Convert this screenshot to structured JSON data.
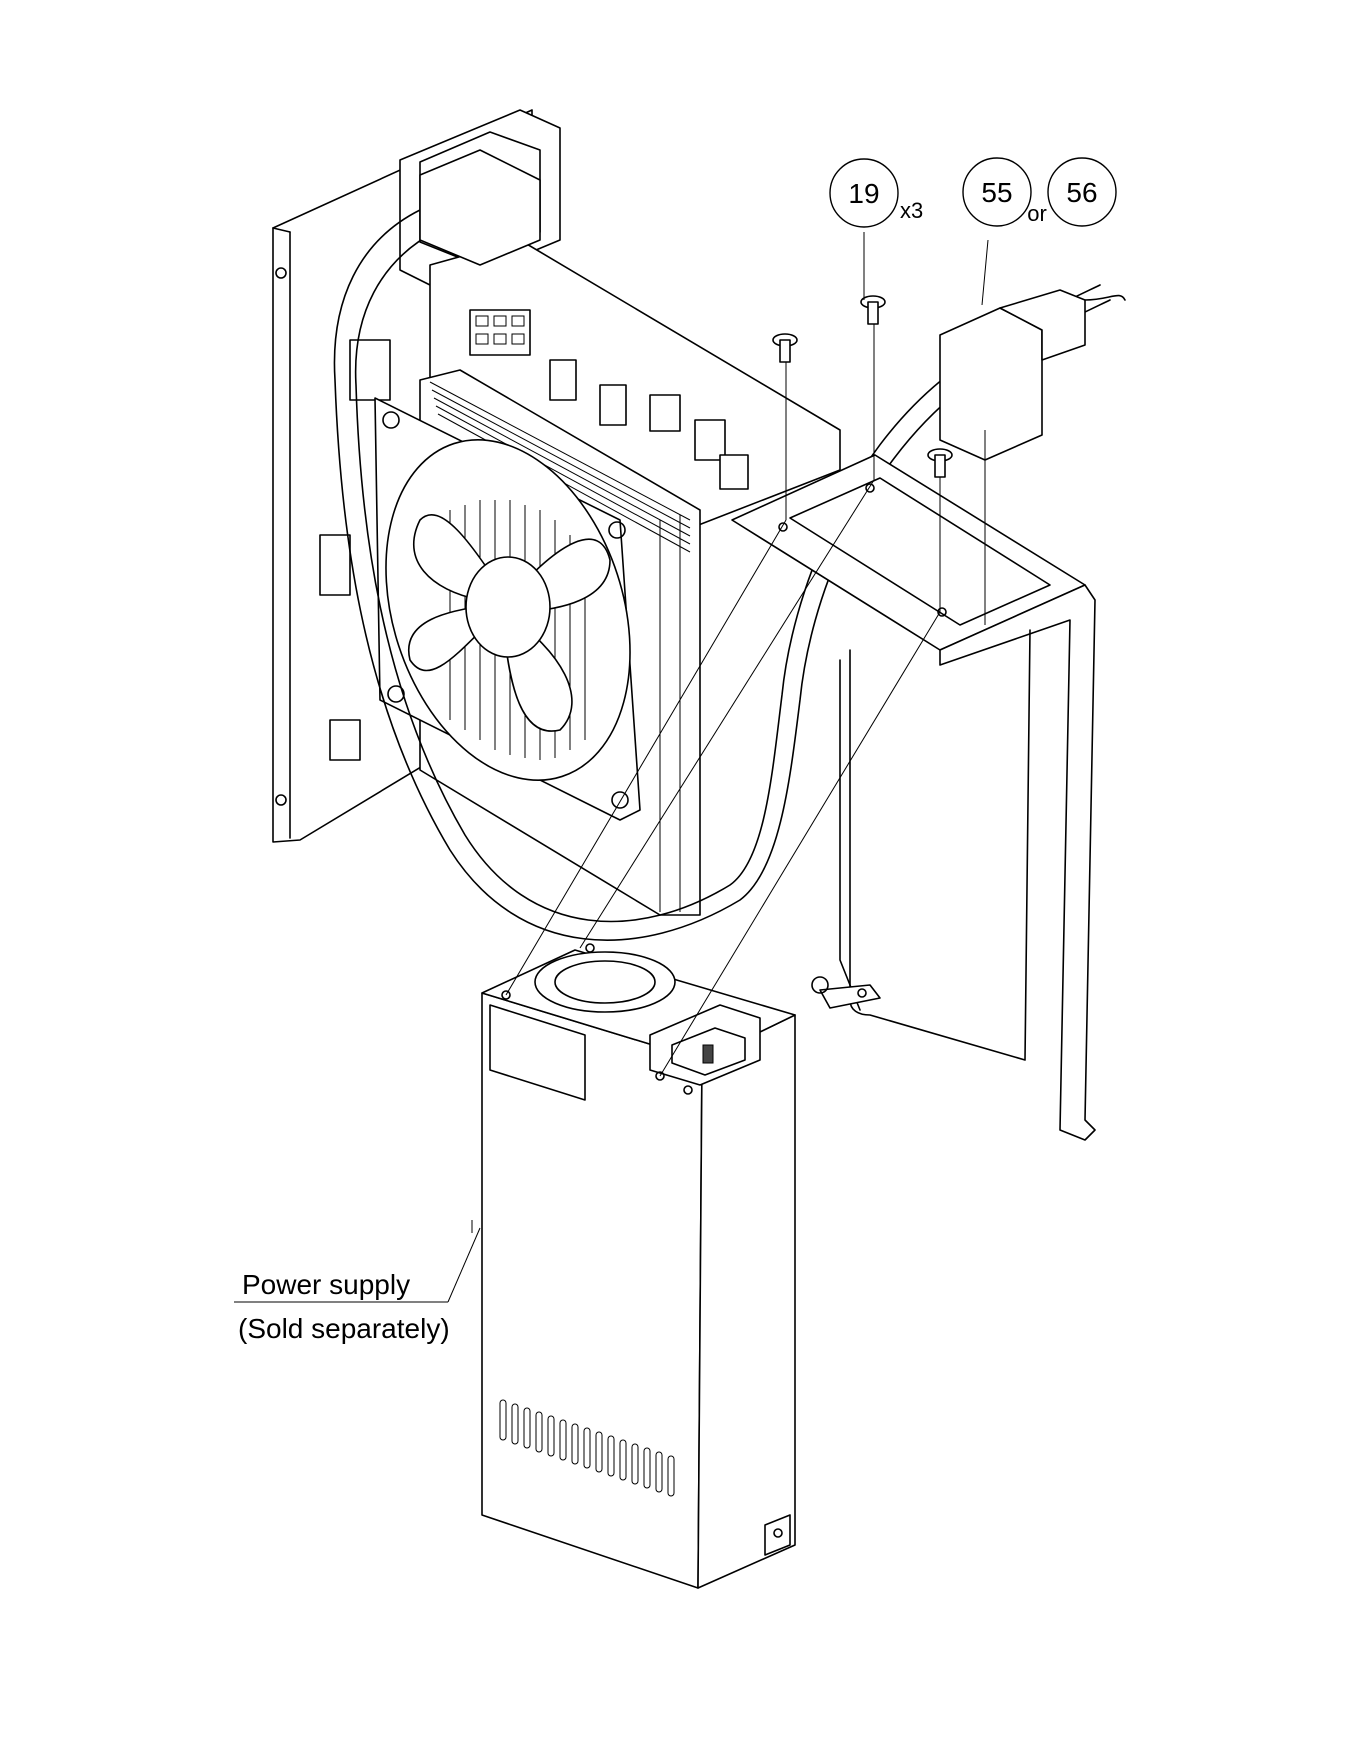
{
  "callouts": [
    {
      "id": "19",
      "suffix": "x3"
    },
    {
      "id": "55",
      "suffix": "or"
    },
    {
      "id": "56",
      "suffix": ""
    }
  ],
  "label": {
    "line1": "Power supply",
    "line2": "(Sold separately)"
  }
}
